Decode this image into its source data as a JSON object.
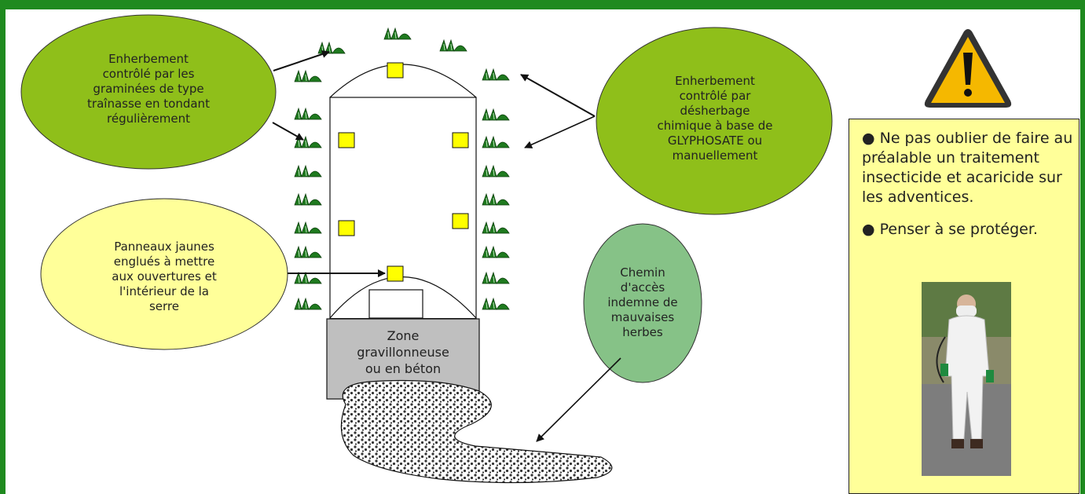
{
  "annotations": {
    "graminees": "Enherbement\ncontrôlé par les\ngraminées de type\ntraînasse en tondant\nrégulièrement",
    "glyphosate": "Enherbement\ncontrôlé par\ndésherbage\nchimique à base de\nGLYPHOSATE ou\nmanuellement",
    "panneaux": "Panneaux jaunes\nenglués à mettre\naux ouvertures et\nl'intérieur  de la\nserre",
    "chemin": "Chemin\nd'accès\nindemne de\nmauvaises\nherbes",
    "zone": "Zone\ngravillonneuse\nou en béton"
  },
  "warning": {
    "bullet1": "● Ne pas oublier de faire au préalable un traitement insecticide et acaricide sur les adventices.",
    "bullet2": "● Penser à se protéger."
  },
  "colors": {
    "frame": "#1f8a1f",
    "bubble_green": "#8fbf1a",
    "bubble_yellow": "#ffff99",
    "bubble_teal": "#86c287",
    "trap_yellow": "#ffff00",
    "zone_gray": "#bfbfbf",
    "warning_panel": "#ffff99",
    "warning_triangle": "#f5b800",
    "tuft": "#1f7a1f"
  },
  "icons": {
    "warning": "warning-triangle-icon",
    "tuft": "grass-tuft-icon",
    "trap": "yellow-sticky-trap-icon"
  }
}
